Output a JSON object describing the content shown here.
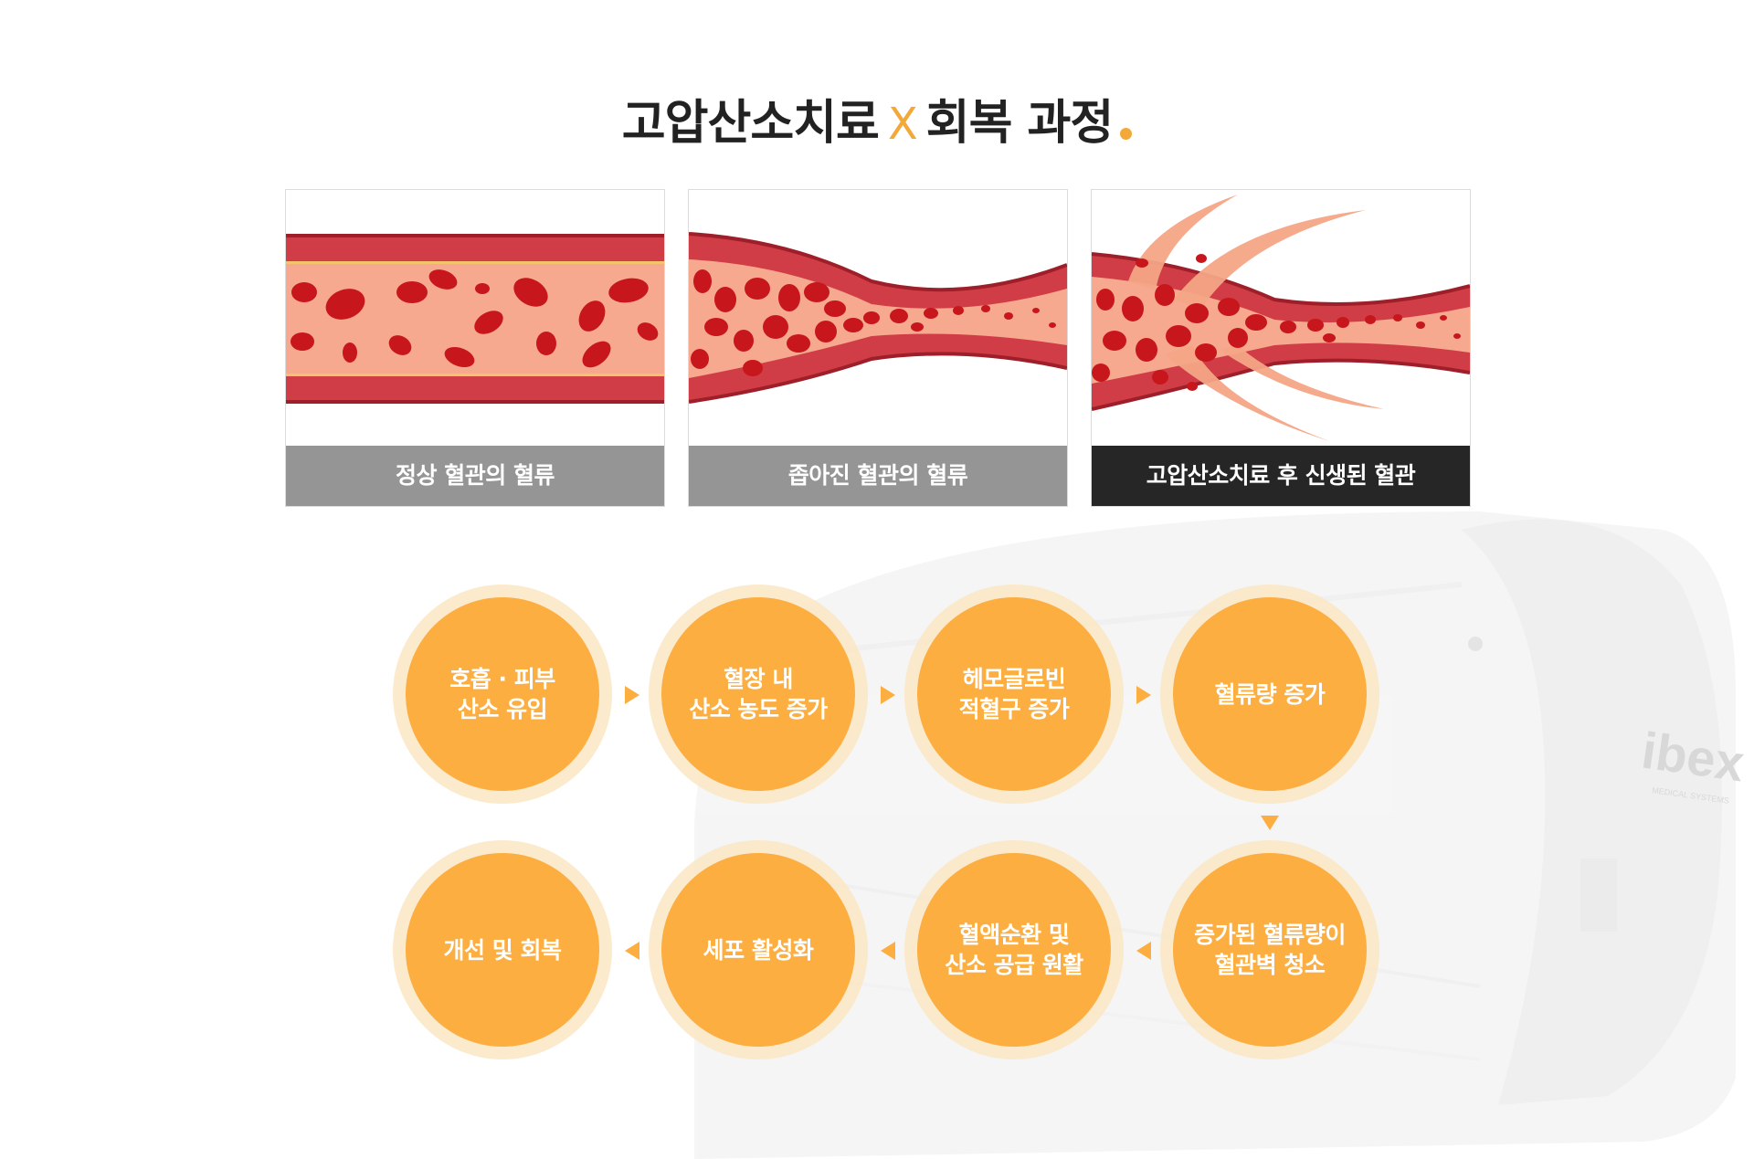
{
  "title": {
    "left": "고압산소치료",
    "sep": "X",
    "right": "회복 과정"
  },
  "panels": [
    {
      "caption": "정상 혈관의 혈류"
    },
    {
      "caption": "좁아진 혈관의 혈류"
    },
    {
      "caption": "고압산소치료 후 신생된 혈관"
    }
  ],
  "flow": {
    "steps": [
      {
        "text": "호흡 · 피부\n산소 유입"
      },
      {
        "text": "혈장 내\n산소 농도 증가"
      },
      {
        "text": "헤모글로빈\n적혈구 증가"
      },
      {
        "text": "혈류량 증가"
      },
      {
        "text": "증가된 혈류량이\n혈관벽 청소"
      },
      {
        "text": "혈액순환 및\n산소 공급 원활"
      },
      {
        "text": "세포 활성화"
      },
      {
        "text": "개선 및 회복"
      }
    ]
  },
  "background": {
    "brand_text": "ibex",
    "brand_sub": "MEDICAL SYSTEMS"
  },
  "colors": {
    "accent": "#f3a93a",
    "node_fill": "#fcae41",
    "vessel_wall": "#d13d46",
    "vessel_inner": "#f7a98f",
    "blood_cell": "#c8161d"
  }
}
